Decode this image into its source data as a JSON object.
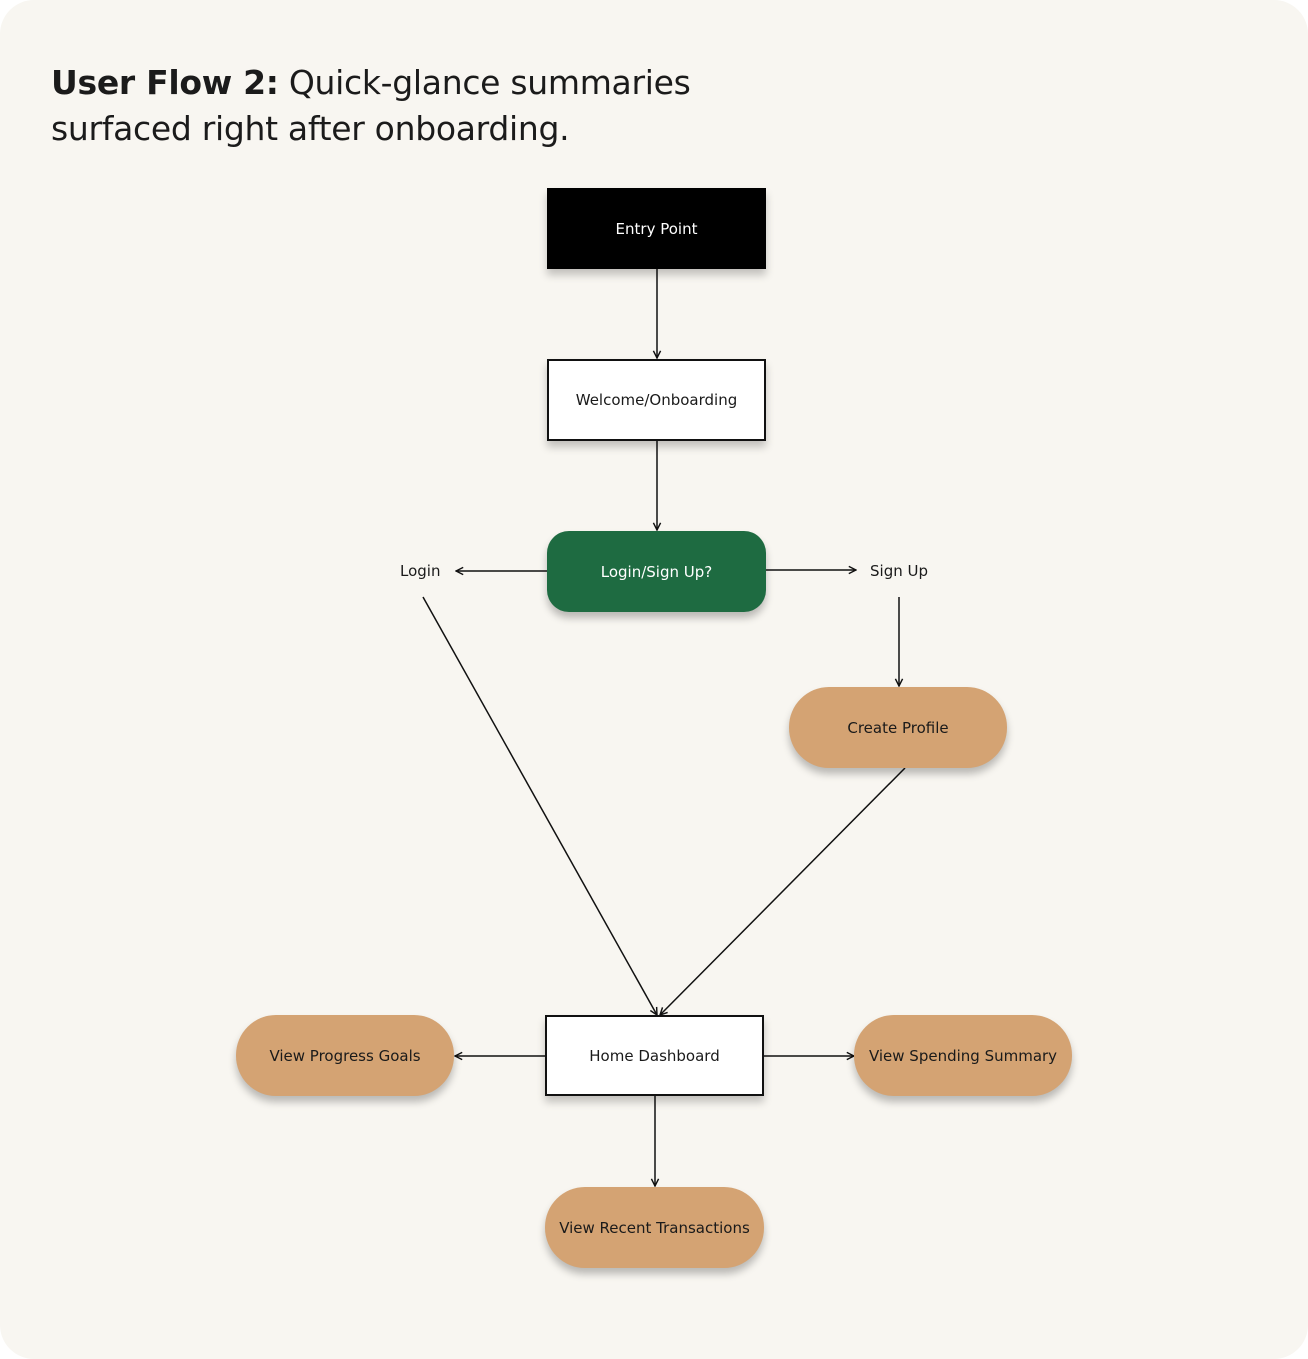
{
  "title": {
    "bold": "User Flow 2:",
    "rest": " Quick-glance summaries surfaced right after onboarding."
  },
  "nodes": {
    "entry_point": "Entry Point",
    "welcome": "Welcome/Onboarding",
    "login_signup": "Login/Sign Up?",
    "create_profile": "Create Profile",
    "home_dashboard": "Home Dashboard",
    "view_progress_goals": "View Progress Goals",
    "view_spending_summary": "View Spending Summary",
    "view_recent_transactions": "View Recent Transactions"
  },
  "branch_labels": {
    "login": "Login",
    "sign_up": "Sign Up"
  },
  "colors": {
    "background": "#f8f6f1",
    "decision_green": "#1e6b41",
    "tan_action": "#d4a373",
    "entry_black": "#000000"
  }
}
